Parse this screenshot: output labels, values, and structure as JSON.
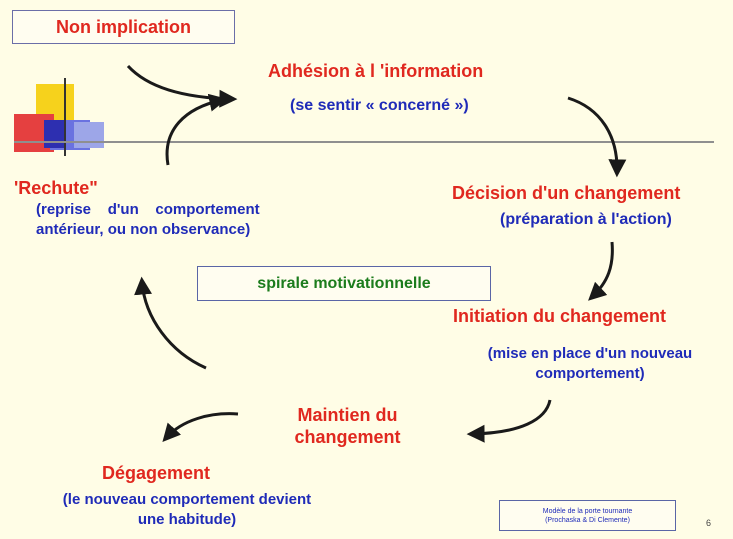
{
  "stages": {
    "non_implication": "Non implication",
    "adhesion_title": "Adhésion à l 'information",
    "adhesion_sub": "(se sentir « concerné »)",
    "decision_title": "Décision d'un changement",
    "decision_sub": "(préparation à l'action)",
    "initiation_title": "Initiation du changement",
    "initiation_sub_1": "(mise  en place d'un nouveau",
    "initiation_sub_2": "comportement)",
    "maintien_1": "Maintien du",
    "maintien_2": "changement",
    "degagement_title": "Dégagement",
    "degagement_sub_1": "(le nouveau comportement devient",
    "degagement_sub_2": "une habitude)",
    "rechute_title": "'Rechute\"",
    "rechute_sub_1": "(reprise    d'un    comportement",
    "rechute_sub_2": "antérieur, ou non observance)"
  },
  "center_label": "spirale motivationnelle",
  "legend_1": "Modèle de la porte tournante",
  "legend_2": "(Prochaska & Di Clemente)",
  "page_number": "6",
  "colors": {
    "title_red": "#e0281f",
    "sub_blue": "#1f2bb8",
    "center_green": "#1c7c1c",
    "background": "#fffde6"
  }
}
